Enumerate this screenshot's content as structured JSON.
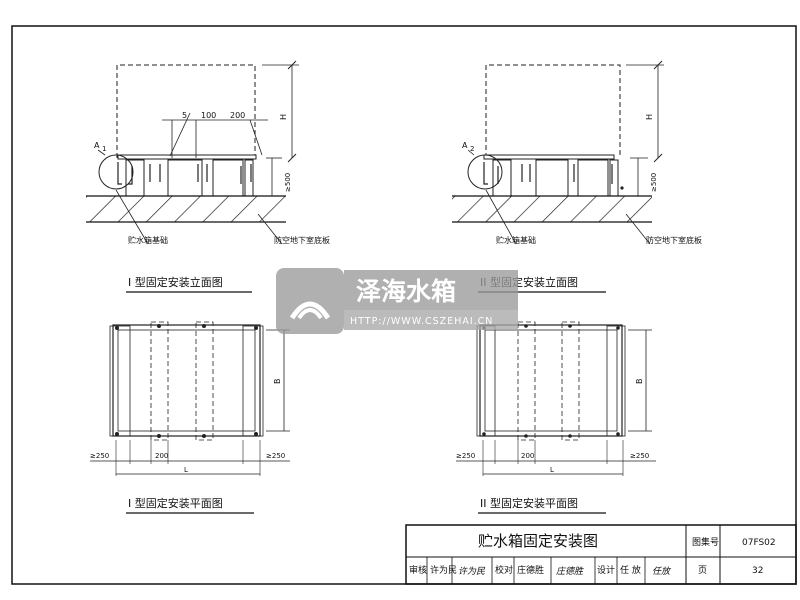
{
  "drawing": {
    "elev1": {
      "detail_label": "A",
      "detail_sub": "1",
      "dim_top": "5",
      "dim_mid": "100",
      "dim_right": "200",
      "height_label": "H",
      "base_height": "≥500",
      "label_foundation": "贮水箱基础",
      "label_slab": "防空地下室底板",
      "caption": "I 型固定安装立面图"
    },
    "elev2": {
      "detail_label": "A",
      "detail_sub": "2",
      "height_label": "H",
      "base_height": "≥500",
      "label_foundation": "贮水箱基础",
      "label_slab": "防空地下室底板",
      "caption": "II 型固定安装立面图"
    },
    "plan1": {
      "dim_b": "B",
      "dim_left": "≥250",
      "dim_mid": "200",
      "dim_right": "≥250",
      "dim_l": "L",
      "caption": "I 型固定安装平面图"
    },
    "plan2": {
      "dim_b": "B",
      "dim_left": "≥250",
      "dim_mid": "200",
      "dim_right": "≥250",
      "dim_l": "L",
      "caption": "II 型固定安装平面图"
    }
  },
  "title_block": {
    "title": "贮水箱固定安装图",
    "atlas_label": "图集号",
    "atlas_no": "07FS02",
    "review_label": "审核",
    "reviewer": "许为民",
    "review_sign": "许为民",
    "check_label": "校对",
    "checker": "庄德胜",
    "check_sign": "庄德胜",
    "design_label": "设计",
    "designer": "任 放",
    "design_sign": "任放",
    "page_label": "页",
    "page_no": "32"
  },
  "watermark": {
    "brand": "泽海水箱",
    "url": "HTTP://WWW.CSZEHAI.CN"
  }
}
